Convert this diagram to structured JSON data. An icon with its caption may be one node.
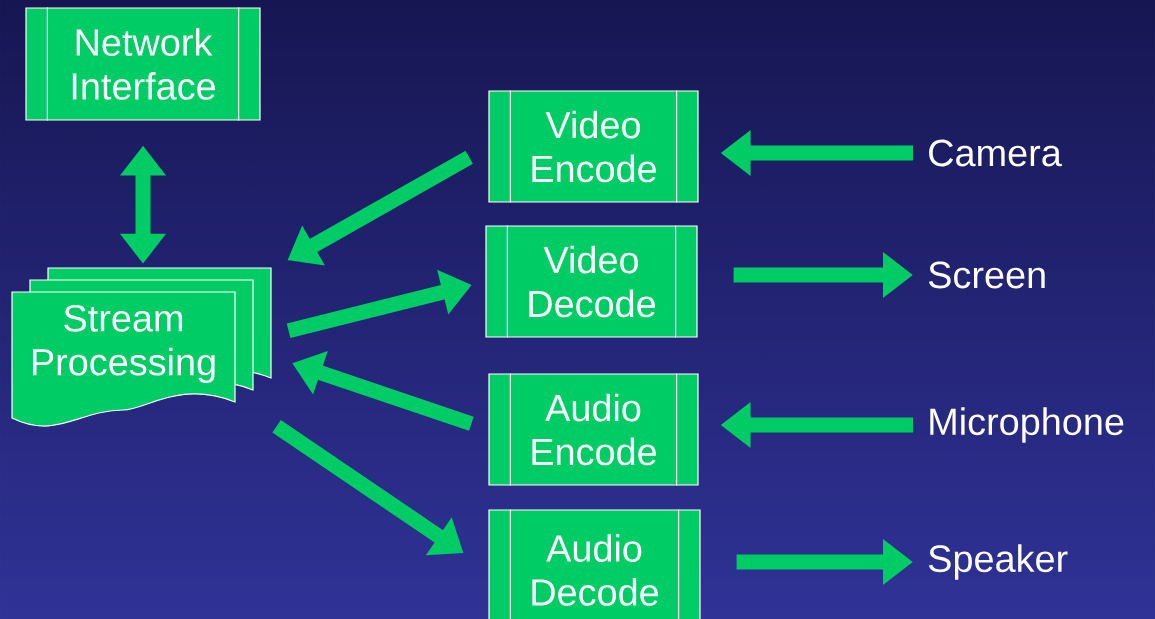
{
  "diagram": {
    "nodes": [
      {
        "text": [
          "Network Interface"
        ]
      },
      {
        "text": [
          "Stream Processing"
        ]
      },
      {
        "text": [
          "Video Encode"
        ]
      },
      {
        "text": [
          "Video Decode"
        ]
      },
      {
        "text": [
          "Audio Encode"
        ]
      },
      {
        "text": [
          "Audio Decode"
        ]
      },
      {
        "text": [
          "Camera"
        ]
      },
      {
        "text": [
          "Screen"
        ]
      },
      {
        "text": [
          "Microphone"
        ]
      },
      {
        "text": [
          "Speaker"
        ]
      }
    ],
    "edges": [
      {
        "from": 0,
        "to": 1,
        "arrow": "both"
      },
      {
        "from": 2,
        "to": 1,
        "arrow": "to"
      },
      {
        "from": 1,
        "to": 3,
        "arrow": "to"
      },
      {
        "from": 4,
        "to": 1,
        "arrow": "to"
      },
      {
        "from": 1,
        "to": 5,
        "arrow": "to"
      },
      {
        "from": 6,
        "to": 2,
        "arrow": "to"
      },
      {
        "from": 3,
        "to": 7,
        "arrow": "to"
      },
      {
        "from": 8,
        "to": 4,
        "arrow": "to"
      },
      {
        "from": 5,
        "to": 9,
        "arrow": "to"
      }
    ]
  }
}
